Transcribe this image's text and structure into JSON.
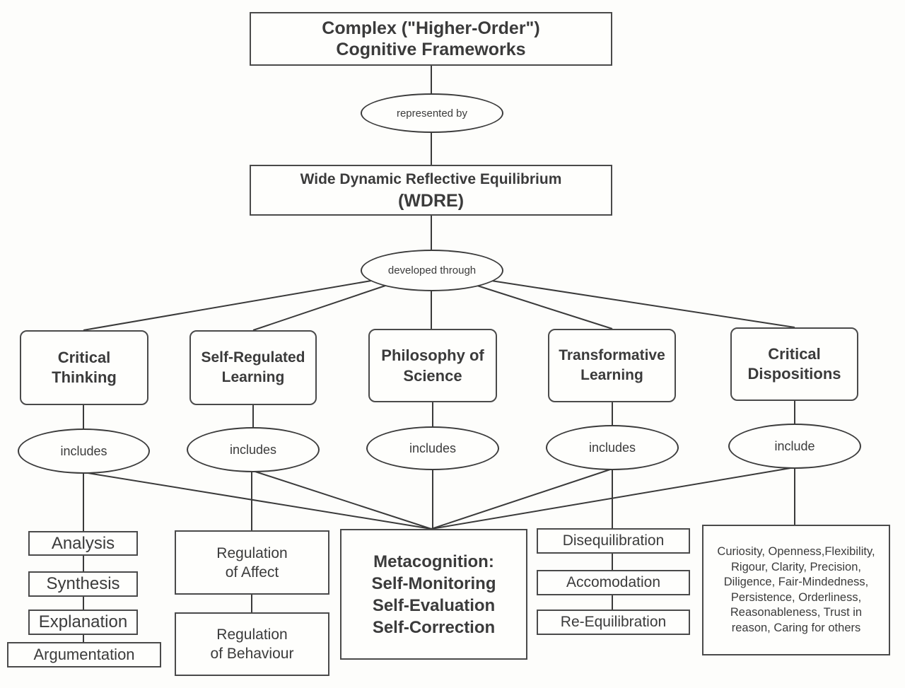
{
  "top": {
    "line1": "Complex (\"Higher-Order\")",
    "line2": "Cognitive Frameworks"
  },
  "conn_represented": "represented  by",
  "wdre": {
    "line1": "Wide Dynamic Reflective Equilibrium",
    "line2": "(WDRE)"
  },
  "conn_developed": "developed through",
  "categories": [
    {
      "label": "Critical\nThinking",
      "connector": "includes"
    },
    {
      "label": "Self-Regulated\nLearning",
      "connector": "includes"
    },
    {
      "label": "Philosophy of\nScience",
      "connector": "includes"
    },
    {
      "label": "Transformative\nLearning",
      "connector": "includes"
    },
    {
      "label": "Critical\nDispositions",
      "connector": "include"
    }
  ],
  "critical_thinking_items": [
    "Analysis",
    "Synthesis",
    "Explanation",
    "Argumentation"
  ],
  "srl_items": [
    "Regulation\nof Affect",
    "Regulation\nof Behaviour"
  ],
  "metacognition": [
    "Metacognition:",
    "Self-Monitoring",
    "Self-Evaluation",
    "Self-Correction"
  ],
  "transformative_items": [
    "Disequilibration",
    "Accomodation",
    "Re-Equilibration"
  ],
  "dispositions_text": "Curiosity, Openness,Flexibility,\nRigour, Clarity, Precision,\nDiligence, Fair-Mindedness,\nPersistence, Orderliness,\nReasonableness, Trust in\nreason, Caring for others"
}
